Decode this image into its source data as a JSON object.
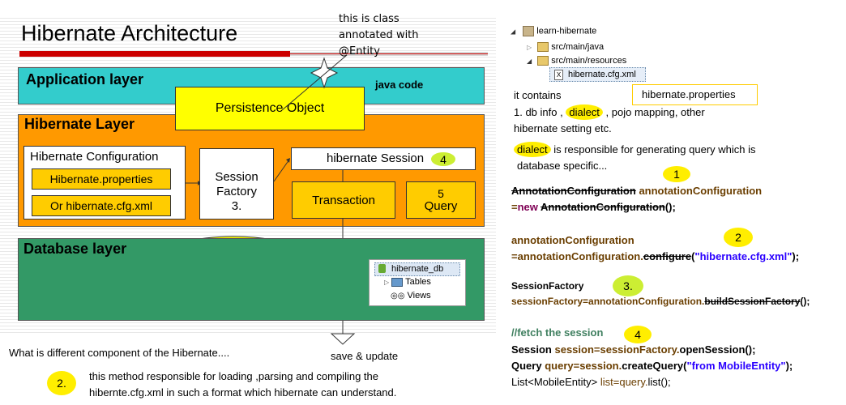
{
  "diagram": {
    "title": "Hibernate Architecture",
    "annotation_class": "this is class annotated with @Entity",
    "application_layer": "Application layer",
    "java_code": "java code",
    "persistence_object": "Persistence Object",
    "hibernate_layer": "Hibernate Layer",
    "hibernate_configuration": "Hibernate Configuration",
    "hibernate_properties": "Hibernate.properties",
    "hibernate_cfg": "Or hibernate.cfg.xml",
    "session_factory_1": "Session",
    "session_factory_2": "Factory",
    "session_factory_3": "3.",
    "hibernate_session": "hibernate Session",
    "session_num": "4",
    "transaction": "Transaction",
    "query_num": "5",
    "query": "Query",
    "database_layer": "Database layer",
    "db_tree": {
      "root": "hibernate_db",
      "tables": "Tables",
      "views": "Views"
    },
    "save_update": "save & update",
    "question": "What is different component of the Hibernate....",
    "note_num": "2.",
    "note_line1": "this method responsible for loading ,parsing and compiling the",
    "note_line2": "hibernte.cfg.xml in such a format which hibernate can understand."
  },
  "explorer": {
    "project": "learn-hibernate",
    "java_folder": "src/main/java",
    "resources_folder": "src/main/resources",
    "cfg_file": "hibernate.cfg.xml"
  },
  "notes": {
    "properties_box": "hibernate.properties",
    "contains": "it contains",
    "line1_a": "1. db info ,",
    "dialect": "dialect",
    "line1_b": ", pojo mapping, other",
    "line2": "hibernate setting etc.",
    "dialect_desc_a": "is responsible for generating query which is",
    "dialect_desc_b": "database specific..."
  },
  "code": {
    "n1": "1",
    "c1_class": "AnnotationConfiguration",
    "c1_var": "annotationConfiguration",
    "c1_eq": "=",
    "c1_new": "new",
    "c1_ctor": "AnnotationConfiguration",
    "c1_end": "();",
    "n2": "2",
    "c2_var": "annotationConfiguration",
    "c2_eq": "=annotationConfiguration.",
    "c2_method": "configure",
    "c2_open": "(",
    "c2_str": "\"hibernate.cfg.xml\"",
    "c2_end": ");",
    "n3": "3.",
    "c3_type": "SessionFactory",
    "c3_assign": "sessionFactory=annotationConfiguration.",
    "c3_method": "buildSessionFactory",
    "c3_end": "();",
    "n4": "4",
    "c4_comment": "//fetch the session",
    "c4_line1_type": "Session",
    "c4_line1_rest": "session=sessionFactory.",
    "c4_line1_method": "openSession();",
    "c4_line2_type": "Query",
    "c4_line2_rest": "query=session.",
    "c4_line2_method": "createQuery(",
    "c4_line2_str": "\"from MobileEntity\"",
    "c4_line2_end": ");",
    "c4_line3_type": "List<MobileEntity>",
    "c4_line3_var": "list=query.",
    "c4_line3_end": "list();"
  }
}
